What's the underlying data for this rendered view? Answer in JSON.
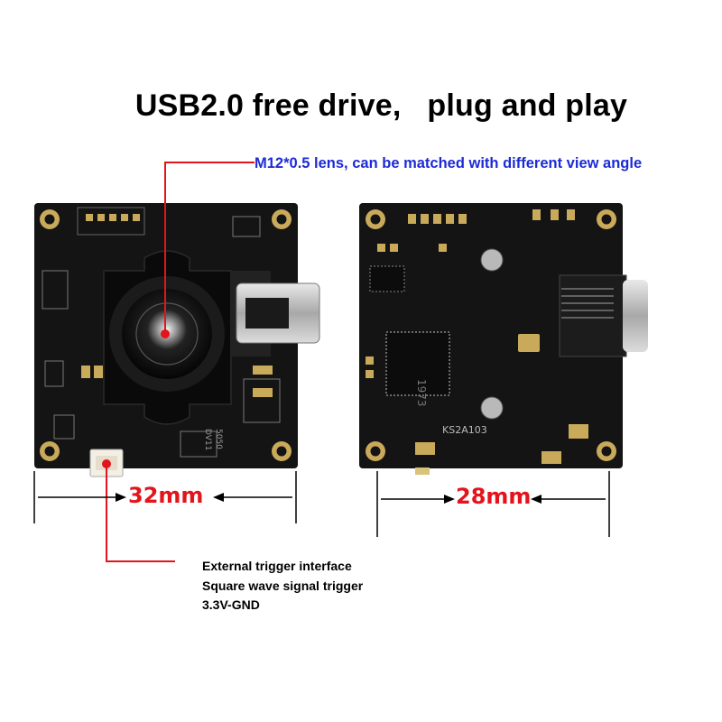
{
  "headline": "USB2.0 free drive,   plug and play",
  "lens_callout": "M12*0.5 lens, can be matched with different view angle",
  "width_left": "32mm",
  "width_right": "28mm",
  "trigger_notes": [
    "External trigger interface",
    "Square wave signal trigger",
    "3.3V-GND"
  ],
  "board_markings": {
    "ic_mark": "1973",
    "model_mark": "KS2A103",
    "silk_a": "5050",
    "silk_b": "DV11"
  },
  "colors": {
    "pcb": "#141414",
    "pad": "#c9a95a",
    "callout": "#e3141b",
    "lens_text": "#1c2bd6"
  }
}
